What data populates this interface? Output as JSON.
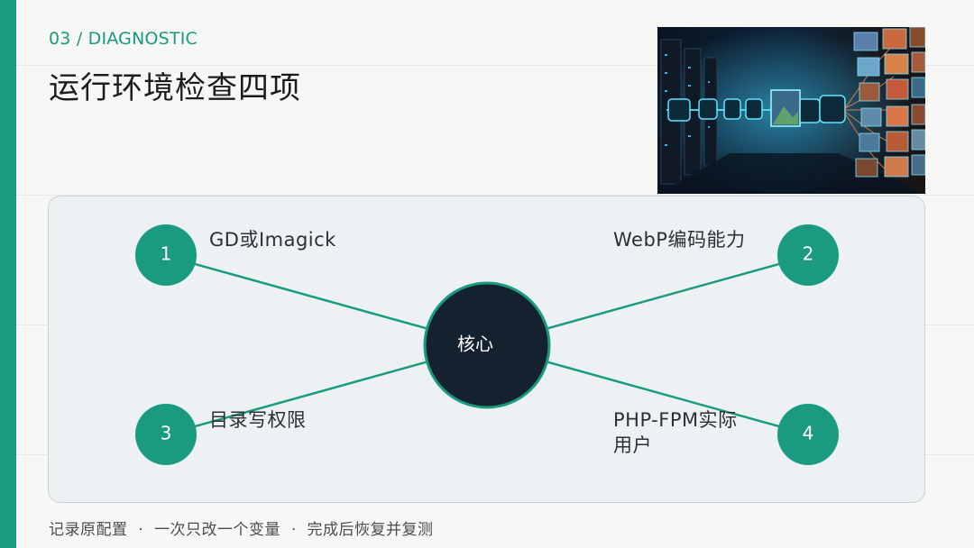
{
  "header": {
    "section_label": "03 / DIAGNOSTIC",
    "title": "运行环境检查四项"
  },
  "diagram": {
    "center": {
      "label": "核心"
    },
    "nodes": [
      {
        "number": "1",
        "label": "GD或Imagick"
      },
      {
        "number": "2",
        "label": "WebP编码能力"
      },
      {
        "number": "3",
        "label": "目录写权限"
      },
      {
        "number": "4",
        "label_line1": "PHP-FPM实际",
        "label_line2": "用户"
      }
    ]
  },
  "footer": {
    "text": "记录原配置  ·  一次只改一个变量  ·  完成后恢复并复测"
  },
  "colors": {
    "accent": "#1a9b80",
    "center_fill": "#14212e",
    "panel_bg": "#eef1f4"
  },
  "hero_image": {
    "icon": "server-room-image-pipeline-illustration"
  }
}
